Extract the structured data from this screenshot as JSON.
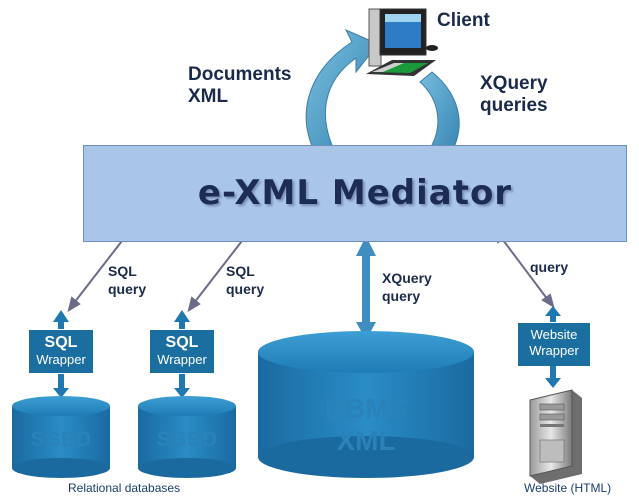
{
  "client": {
    "label": "Client"
  },
  "flows": {
    "documents_line1": "Documents",
    "documents_line2": "XML",
    "xquery_line1": "XQuery",
    "xquery_line2": "queries"
  },
  "mediator": {
    "title": "e-XML Mediator"
  },
  "links": {
    "sql1_line1": "SQL",
    "sql1_line2": "query",
    "sql2_line1": "SQL",
    "sql2_line2": "query",
    "xq_line1": "XQuery",
    "xq_line2": "query",
    "web": "query"
  },
  "wrappers": {
    "sql1_line1": "SQL",
    "sql1_line2": "Wrapper",
    "sql2_line1": "SQL",
    "sql2_line2": "Wrapper",
    "web_line1": "Website",
    "web_line2": "Wrapper"
  },
  "databases": {
    "sgbd1": "SGBD",
    "sgbd2": "SGBD",
    "dbms_line1": "DBMS",
    "dbms_line2": "XML"
  },
  "footers": {
    "relational": "Relational databases",
    "website": "Website (HTML)"
  },
  "icons": {
    "client": "computer-icon",
    "website": "server-tower-icon"
  },
  "colors": {
    "mediator_fill": "#a9c6e8",
    "wrapper_fill": "#1a6ea0",
    "database_fill": "#1e78b0",
    "arrow_teal": "#4f9bc0",
    "text_dark": "#1a2a4a"
  }
}
